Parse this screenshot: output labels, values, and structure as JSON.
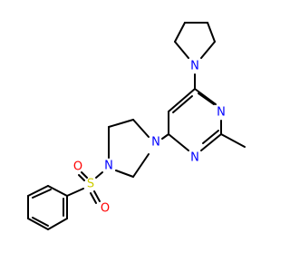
{
  "molecule": {
    "atom_labels": {
      "n_pyrrolidine": "N",
      "n_pyrimidine_1": "N",
      "n_pyrimidine_3": "N",
      "n_piperazine_1": "N",
      "n_piperazine_4": "N",
      "s_sulfonyl": "S",
      "o_sulfonyl_1": "O",
      "o_sulfonyl_2": "O"
    },
    "colors": {
      "bond": "#000000",
      "nitrogen": "#0000ff",
      "sulfur": "#cccc00",
      "oxygen": "#ff0000",
      "background": "#ffffff"
    }
  }
}
